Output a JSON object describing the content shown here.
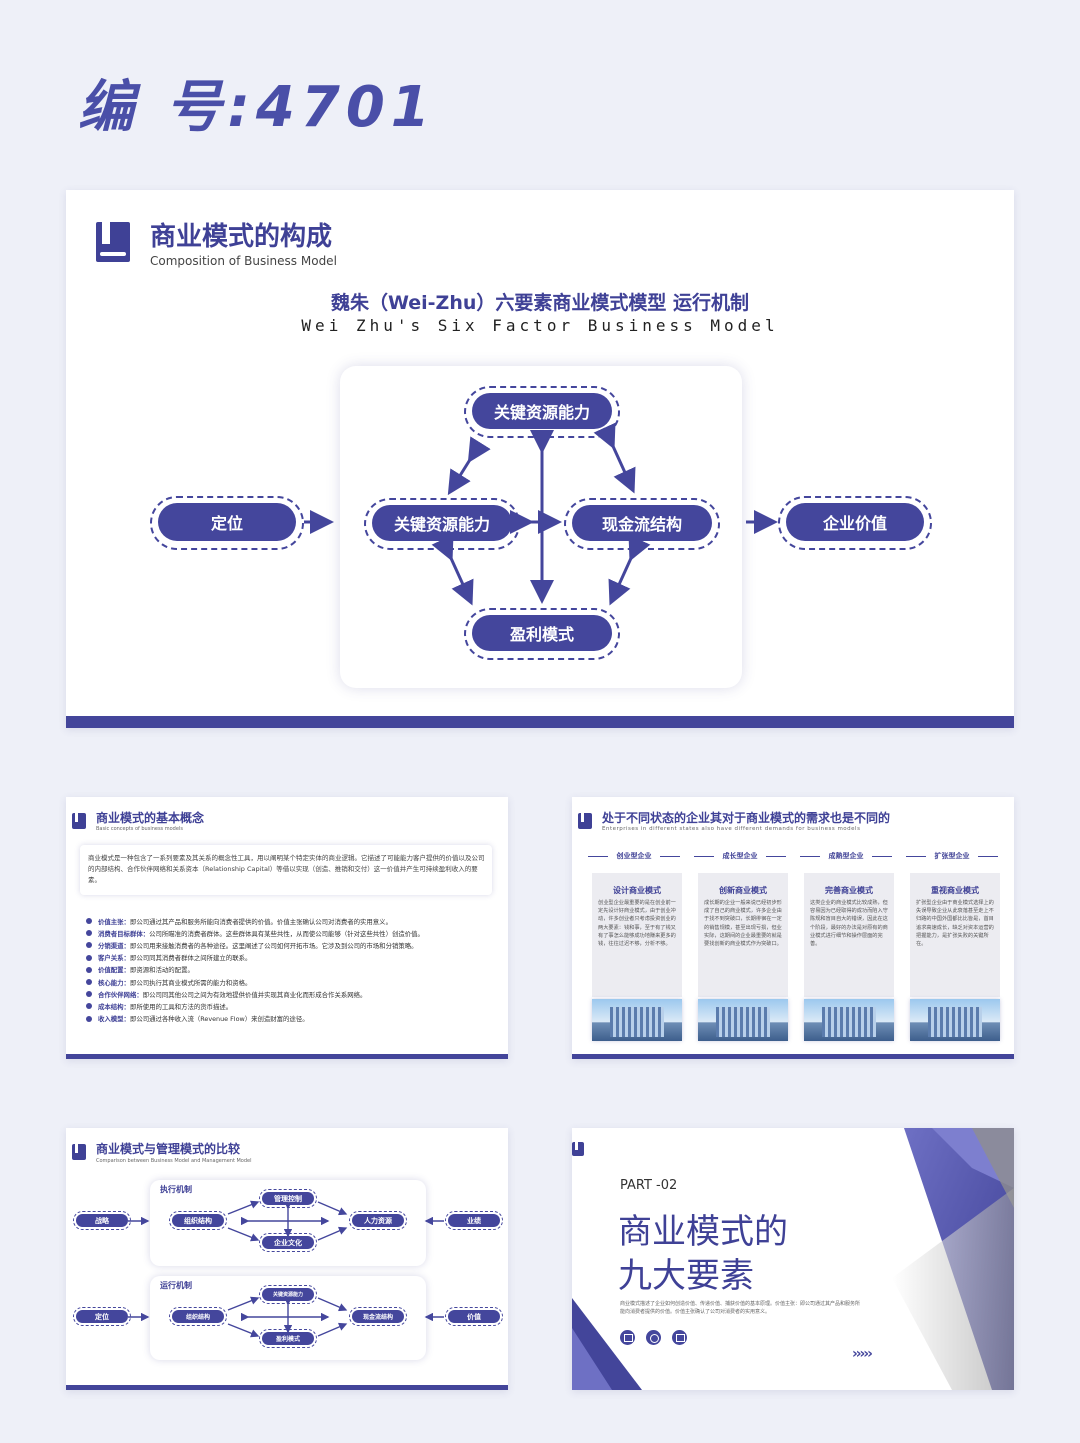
{
  "header": {
    "code_label": "编 号:4701"
  },
  "slide1": {
    "title": "商业模式的构成",
    "subtitle": "Composition of Business Model",
    "diagram_title": "魏朱（Wei-Zhu）六要素商业模式模型 运行机制",
    "diagram_subtitle": "Wei Zhu's Six Factor Business Model",
    "nodes": {
      "top": "关键资源能力",
      "left": "关键资源能力",
      "right": "现金流结构",
      "bottom": "盈利模式",
      "outer_left": "定位",
      "outer_right": "企业价值"
    }
  },
  "slide2": {
    "title": "商业模式的基本概念",
    "subtitle": "Basic concepts of business models",
    "intro": "商业模式是一种包含了一系列要素及其关系的概念性工具，用以阐明某个特定实体的商业逻辑。它描述了可能能力客户提供的价值以及公司的内部结构、合作伙伴网络和关系资本（Relationship Capital）等借以实现（创造、推销和交付）这一价值并产生可持续盈利收入的要素。",
    "items": [
      {
        "label": "价值主张：",
        "text": "即公司通过其产品和服务所能向消费者提供的价值。价值主张确认公司对消费者的实用意义。"
      },
      {
        "label": "消费者目标群体：",
        "text": "公司所瞄准的消费者群体。这些群体具有某些共性，从而使公司能够（针对这些共性）创造价值。"
      },
      {
        "label": "分销渠道：",
        "text": "即公司用来接触消费者的各种途径。这里阐述了公司如何开拓市场。它涉及到公司的市场和分销策略。"
      },
      {
        "label": "客户关系：",
        "text": "即公司同其消费者群体之间所建立的联系。"
      },
      {
        "label": "价值配置：",
        "text": "即资源和活动的配置。"
      },
      {
        "label": "核心能力：",
        "text": "即公司执行其商业模式所需的能力和资格。"
      },
      {
        "label": "合作伙伴网络：",
        "text": "即公司同其他公司之间为有效地提供价值并实现其商业化而形成合作关系网络。"
      },
      {
        "label": "成本结构：",
        "text": "即所使用的工具和方法的货币描述。"
      },
      {
        "label": "收入模型：",
        "text": "即公司通过各种收入流（Revenue Flow）来创造财富的途径。"
      }
    ]
  },
  "slide3": {
    "title": "处于不同状态的企业其对于商业模式的需求也是不同的",
    "subtitle": "Enterprises in different states also have different demands for business models",
    "columns": [
      {
        "stage": "创业型企业",
        "heading": "设计商业模式",
        "text": "创业型企业最重要的是在创业前一定先设计好商业模式，由于创业冲动，许多创业者只考虑投资创业的两大要素：钱和事，至于有了钱又有了事怎么能够成功地赚来更多的钱，往往过迟不够，分析不够。"
      },
      {
        "stage": "成长型企业",
        "heading": "创新商业模式",
        "text": "成长期的企业一般来说已经初步形成了自己的商业模式，许多企业由于找不到突破口，长期徘徊在一定的销售规模，甚至出现亏损，但业实际，这期间的企业最重要的就是要找创新的商业模式作为突破口。"
      },
      {
        "stage": "成熟型企业",
        "heading": "完善商业模式",
        "text": "这类企业的商业模式比较成熟，但容易因为已经取得的成功而陷入守陈规和盲目自大的错误，因此在这个阶段，最好的办法是对原有的商业模式进行细节和操作层面的完善。"
      },
      {
        "stage": "扩张型企业",
        "heading": "重视商业模式",
        "text": "扩张型企业由于商业模式选择上的失误导致企业从此衰落甚至走上不归路的中国外国都比比皆是，首目追求高速成长，缺乏对资本运营的把握能力，是扩张失败的关键所在。"
      }
    ]
  },
  "slide4": {
    "title": "商业模式与管理模式的比较",
    "subtitle": "Comparison between Business Model and Management Model",
    "group1_label": "执行机制",
    "group2_label": "运行机制",
    "g1": {
      "left": "战略",
      "top": "管理控制",
      "mid_left": "组织结构",
      "mid_right": "人力资源",
      "bottom": "企业文化",
      "right": "业绩"
    },
    "g2": {
      "left": "定位",
      "top": "关键资源能力",
      "mid_left": "组织结构",
      "mid_right": "现金流结构",
      "bottom": "盈利模式",
      "right": "价值"
    }
  },
  "slide5": {
    "part": "PART  -02",
    "title_line1": "商业模式的",
    "title_line2": "九大要素",
    "desc": "商业模式描述了企业如何创造价值、传递价值、捕获价值的基本原理。价值主张：即公司通过其产品和服务所能向消费者提供的价值。价值主张确认了公司对消费者的实用意义。",
    "arrows": "›››››"
  },
  "colors": {
    "accent": "#43459a",
    "bg": "#eef0f8"
  }
}
